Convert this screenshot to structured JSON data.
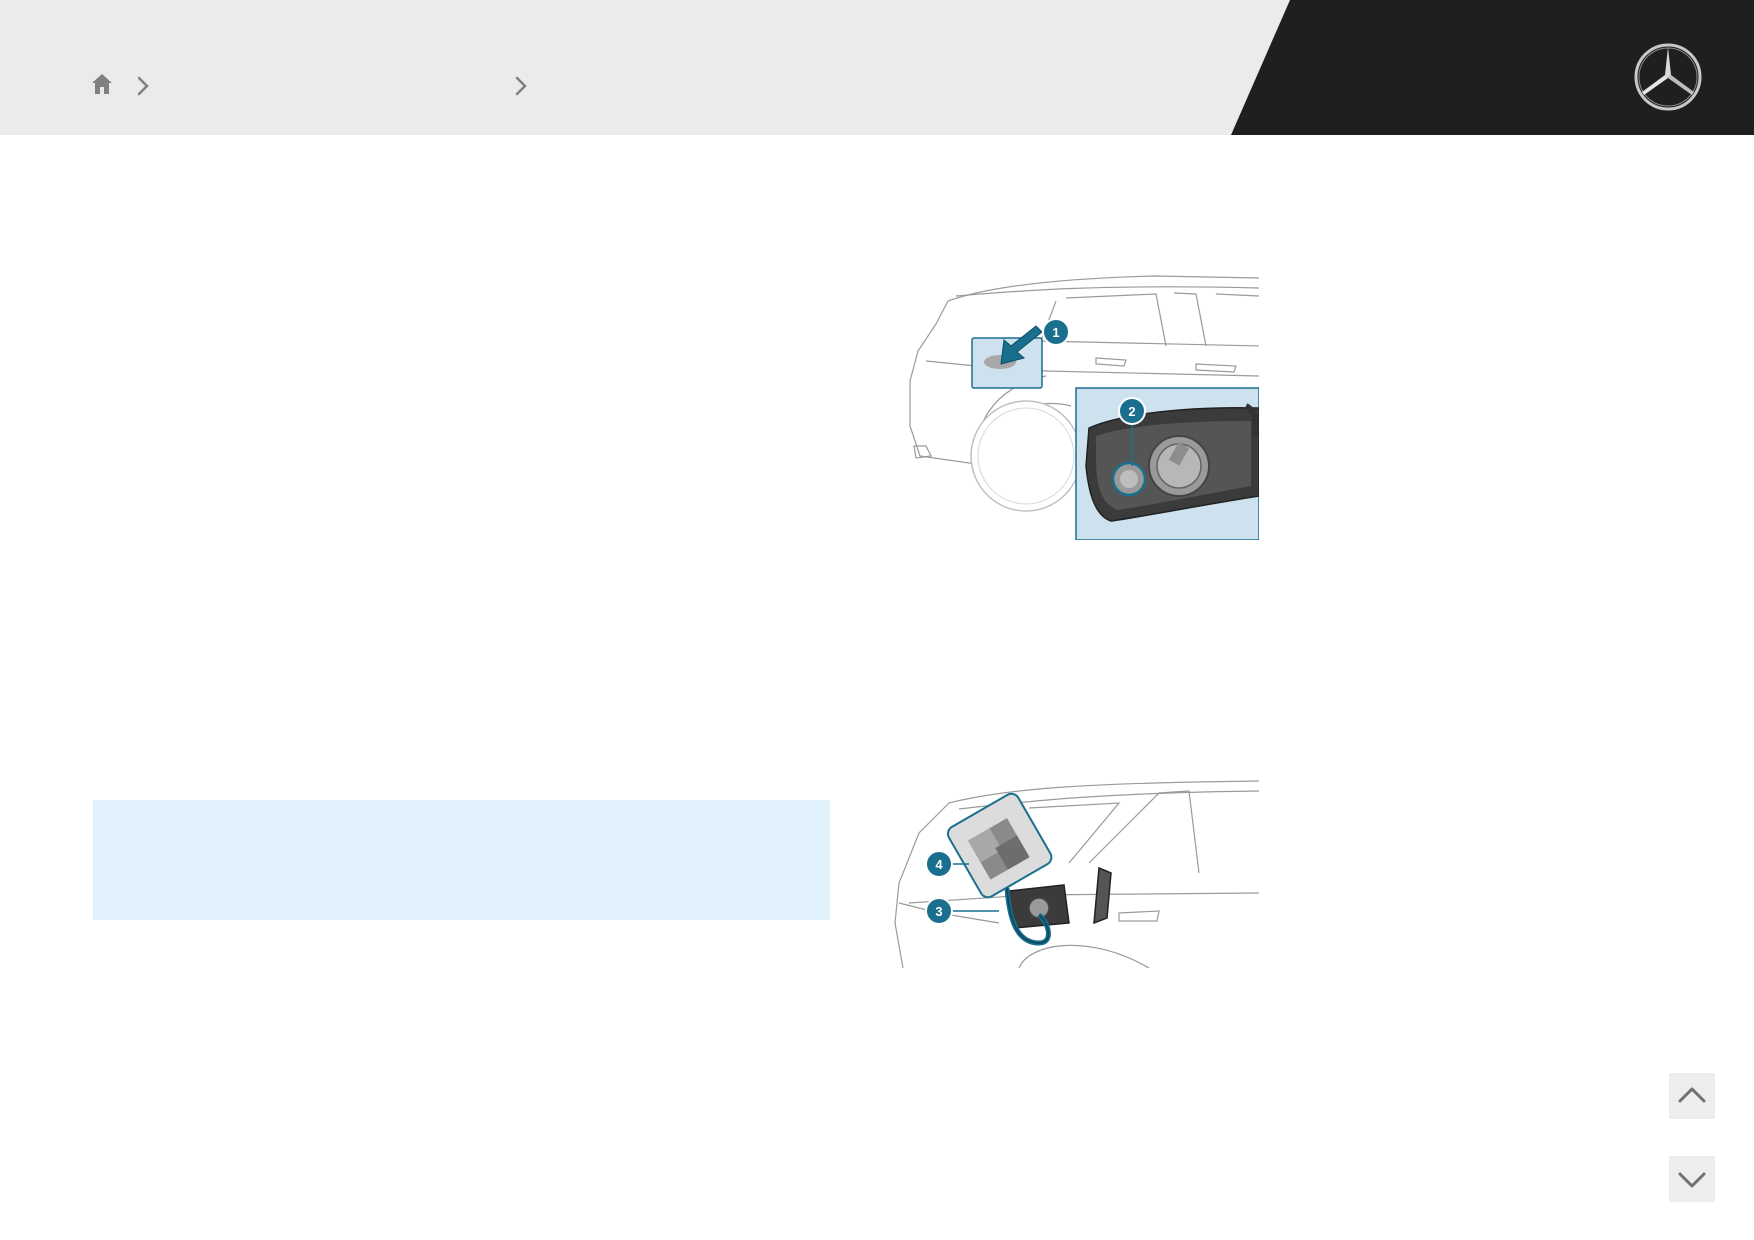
{
  "header": {
    "breadcrumb": {
      "items": [
        {
          "icon": "home-icon",
          "label": ""
        },
        {
          "icon": "chevron-right-icon",
          "label": ""
        },
        {
          "icon": "chevron-right-icon",
          "label": ""
        }
      ]
    },
    "logo": {
      "icon": "mercedes-star-logo"
    }
  },
  "illustrations": [
    {
      "callouts": [
        "1",
        "2"
      ],
      "accent_color": "#1a6f8f",
      "highlight_color": "#cde2ee"
    },
    {
      "callouts": [
        "4",
        "3"
      ],
      "accent_color": "#1a6f8f"
    }
  ],
  "notice": {
    "text": "",
    "background": "#e0f1fc"
  },
  "navigation": {
    "up_icon": "chevron-up-icon",
    "down_icon": "chevron-down-icon"
  },
  "colors": {
    "header_light": "#ebebeb",
    "header_dark": "#1e1f21",
    "accent": "#1a6f8f"
  }
}
